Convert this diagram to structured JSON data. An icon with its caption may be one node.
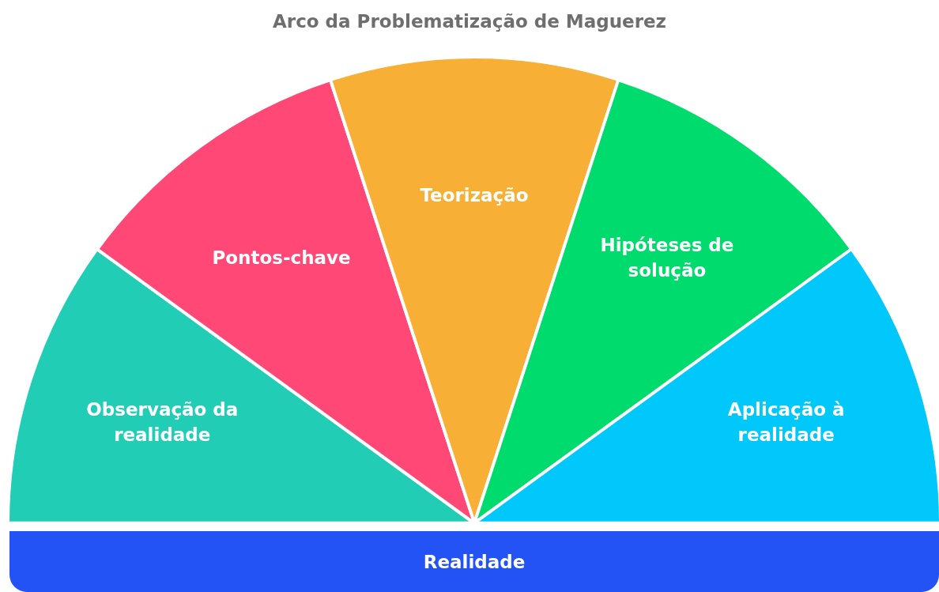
{
  "diagram": {
    "title": "Arco da Problematização de Maguerez",
    "nodes": [
      {
        "text": [
          "Observação da realidade"
        ]
      },
      {
        "text": [
          "Pontos-chave"
        ]
      },
      {
        "text": [
          "Teorização"
        ]
      },
      {
        "text": [
          "Hipóteses de solução"
        ]
      },
      {
        "text": [
          "Aplicação à realidade"
        ]
      },
      {
        "text": [
          "Realidade"
        ]
      }
    ]
  }
}
